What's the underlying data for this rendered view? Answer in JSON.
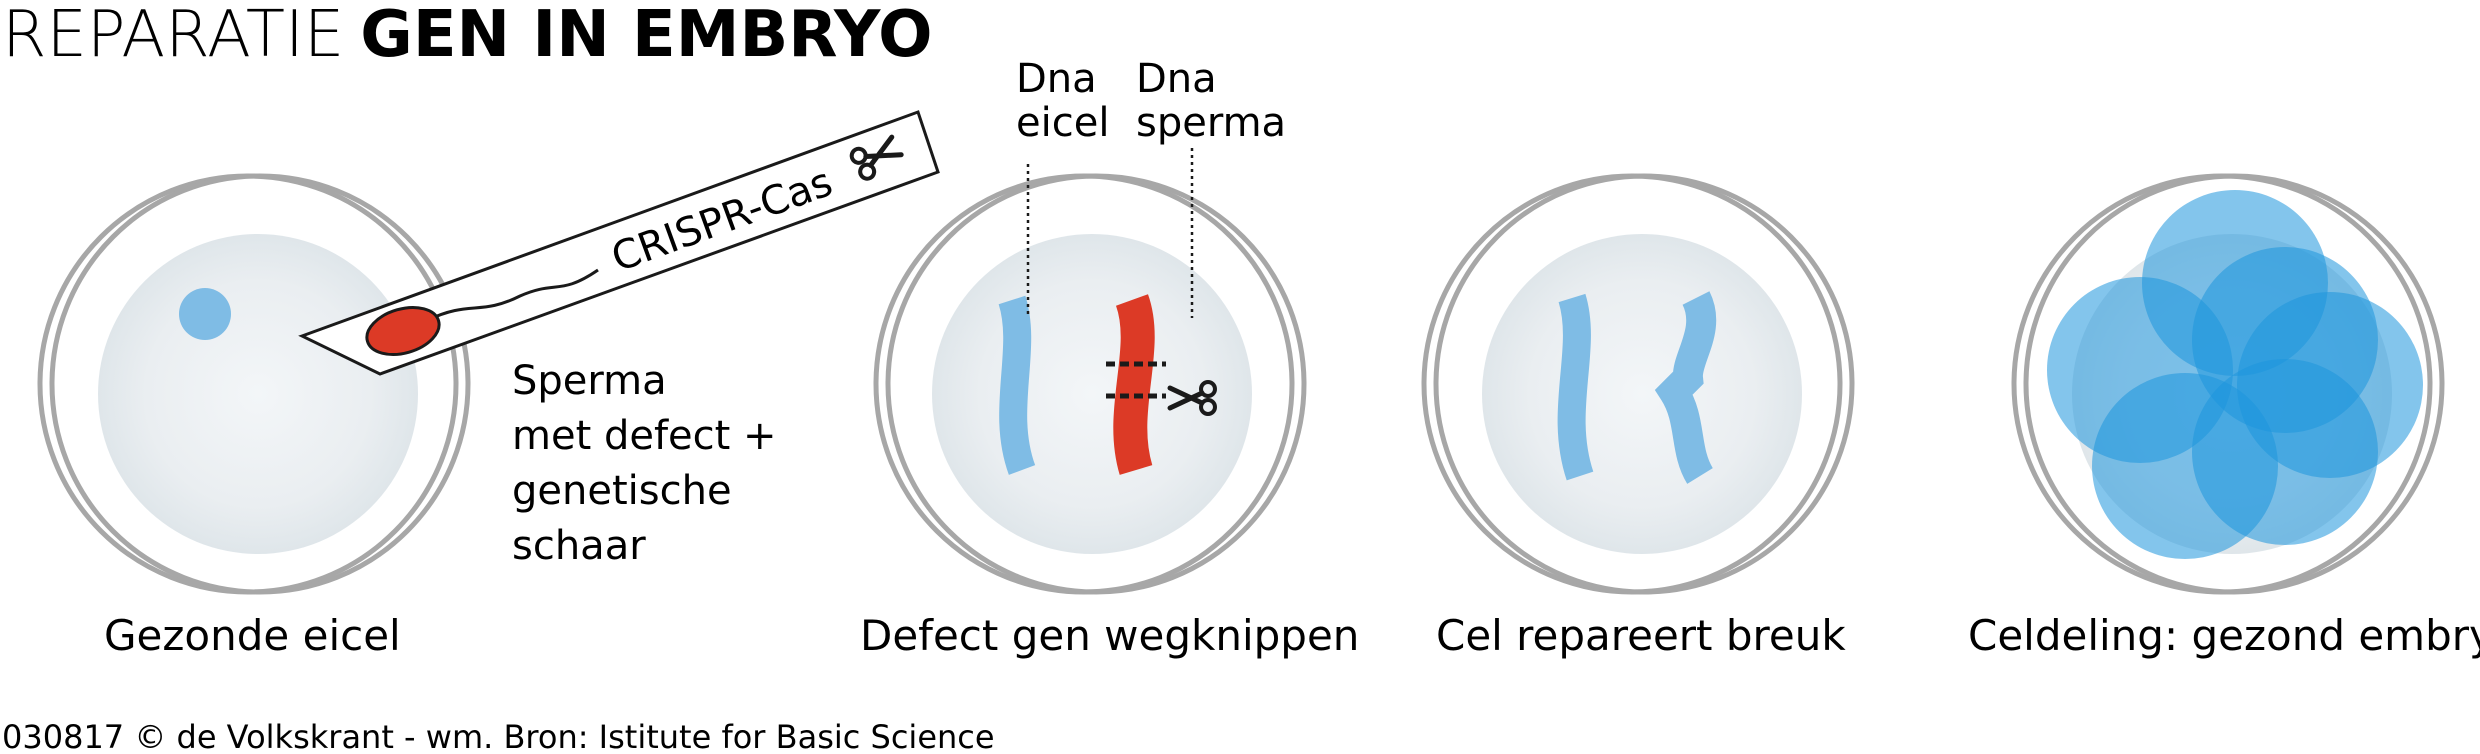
{
  "title": {
    "light": "REPARATIE",
    "bold": "GEN IN EMBRYO"
  },
  "stages": [
    {
      "label": "Gezonde eicel"
    },
    {
      "label": "Defect gen wegknippen"
    },
    {
      "label": "Cel repareert breuk"
    },
    {
      "label": "Celdeling: gezond embryo"
    }
  ],
  "annotations": {
    "crispr": "CRISPR-Cas",
    "sperm_lines": [
      "Sperma",
      "met defect +",
      "genetische",
      "schaar"
    ],
    "dna_egg_lines": [
      "Dna",
      "eicel"
    ],
    "dna_sperm_lines": [
      "Dna",
      "sperma"
    ]
  },
  "footer": "030817 © de Volkskrant - wm. Bron: Istitute for Basic Science",
  "colors": {
    "ring": "#a7a7a7",
    "cell_fill": "#e6ecef",
    "blue_dna": "#7fbce5",
    "red_dna": "#dc3a26",
    "embryo_blue": "rgba(30,150,220,0.55)",
    "text": "#1a1a1a"
  },
  "icons": [
    "scissors-icon",
    "sperm-icon",
    "cell-icon",
    "dna-strand-icon"
  ]
}
